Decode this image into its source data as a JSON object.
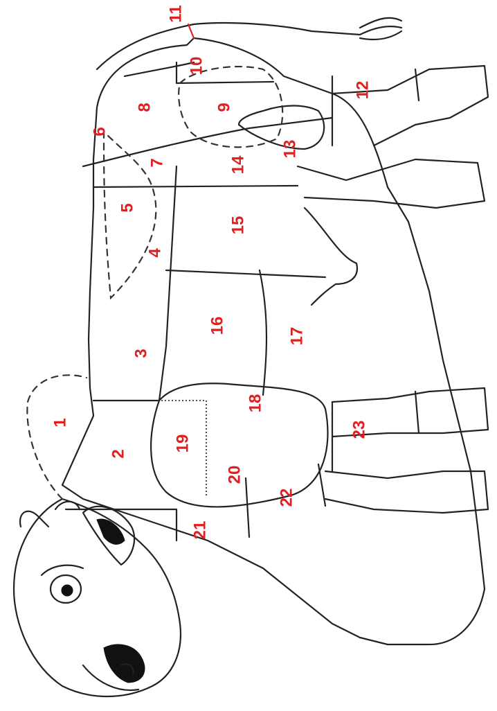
{
  "labels": [
    {
      "id": "1",
      "text": "1"
    },
    {
      "id": "2",
      "text": "2"
    },
    {
      "id": "3",
      "text": "3"
    },
    {
      "id": "4",
      "text": "4"
    },
    {
      "id": "5",
      "text": "5"
    },
    {
      "id": "6",
      "text": "6"
    },
    {
      "id": "7",
      "text": "7"
    },
    {
      "id": "8",
      "text": "8"
    },
    {
      "id": "9",
      "text": "9"
    },
    {
      "id": "10",
      "text": "10"
    },
    {
      "id": "11",
      "text": "11"
    },
    {
      "id": "12",
      "text": "12"
    },
    {
      "id": "13",
      "text": "13"
    },
    {
      "id": "14",
      "text": "14"
    },
    {
      "id": "15",
      "text": "15"
    },
    {
      "id": "16",
      "text": "16"
    },
    {
      "id": "17",
      "text": "17"
    },
    {
      "id": "18",
      "text": "18"
    },
    {
      "id": "19",
      "text": "19"
    },
    {
      "id": "20",
      "text": "20"
    },
    {
      "id": "21",
      "text": "21"
    },
    {
      "id": "22",
      "text": "22"
    },
    {
      "id": "23",
      "text": "23"
    }
  ],
  "colors": {
    "label": "#e02020",
    "outline": "#222222"
  }
}
